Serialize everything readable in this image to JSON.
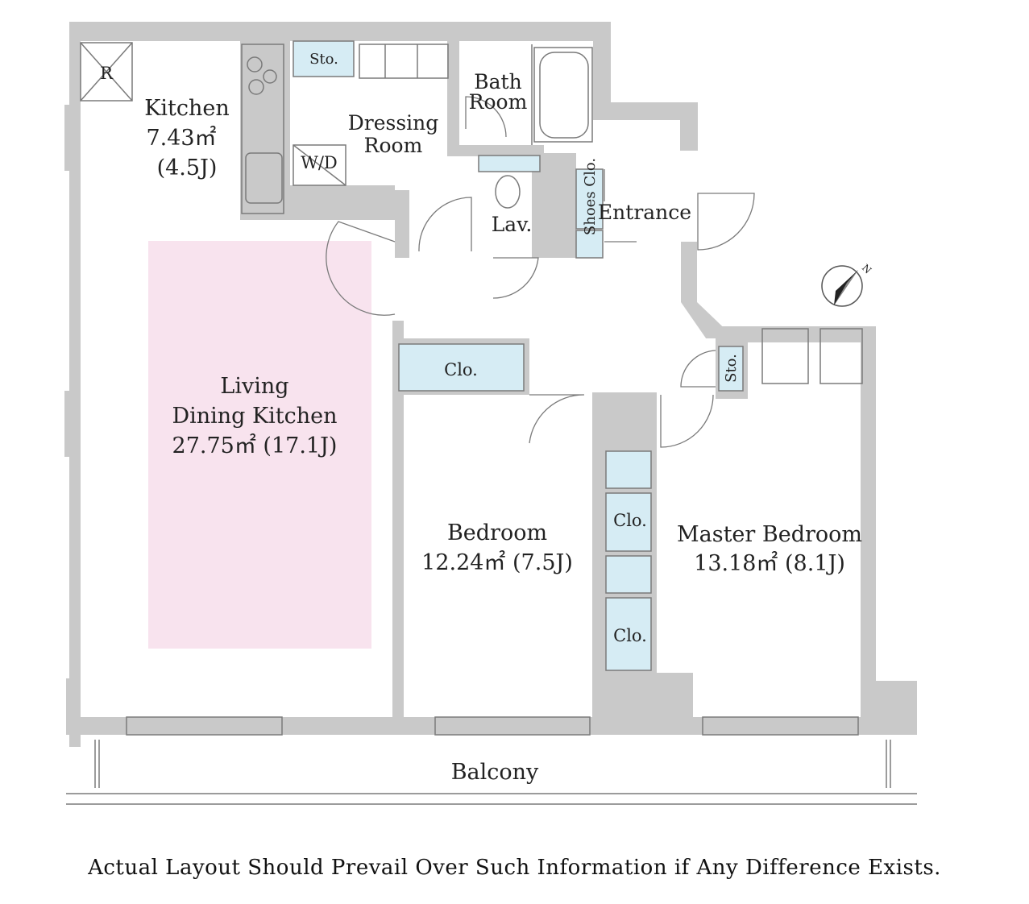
{
  "colors": {
    "wall": "#c9c9c9",
    "storage": "#d6ecf4",
    "living_highlight": "#f8e3ee",
    "line": "#7a7a7a"
  },
  "rooms": {
    "kitchen": {
      "name": "Kitchen",
      "area": "7.43㎡",
      "tatami": "(4.5J)"
    },
    "refrigerator": "R",
    "storage_top": "Sto.",
    "washer": "W/D",
    "dressing": {
      "line1": "Dressing",
      "line2": "Room"
    },
    "bath": {
      "line1": "Bath",
      "line2": "Room"
    },
    "lavatory": "Lav.",
    "shoes_closet": "Shoes Clo.",
    "entrance": "Entrance",
    "storage_right": "Sto.",
    "living": {
      "line1": "Living",
      "line2": "Dining Kitchen",
      "line3": "27.75㎡  (17.1J)"
    },
    "closet_top": "Clo.",
    "bedroom": {
      "name": "Bedroom",
      "area": "12.24㎡  (7.5J)"
    },
    "closet_mid": "Clo.",
    "closet_low": "Clo.",
    "master": {
      "name": "Master Bedroom",
      "area": "13.18㎡  (8.1J)"
    },
    "balcony": "Balcony"
  },
  "compass": {
    "letter": "N",
    "icon": "north-arrow-icon"
  },
  "disclaimer": "Actual Layout Should Prevail Over Such Information if Any Difference Exists."
}
